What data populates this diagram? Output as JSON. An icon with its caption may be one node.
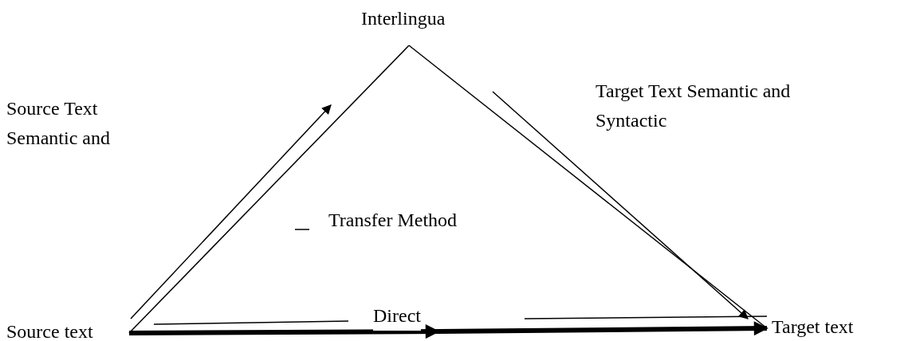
{
  "diagram": {
    "nodes": [
      {
        "text": [
          "Interlingua"
        ]
      },
      {
        "text": [
          "Source text"
        ]
      },
      {
        "text": [
          "Target text"
        ]
      }
    ],
    "edges": [
      {
        "from": 1,
        "to": 0,
        "arrow": "none"
      },
      {
        "from": 0,
        "to": 2,
        "arrow": "none"
      },
      {
        "from": 1,
        "to": 2,
        "arrow": "to",
        "style": "thick",
        "label": "Direct"
      }
    ],
    "labels": [
      "Source Text Semantic and",
      "Target Text Semantic and Syntactic",
      "Transfer Method"
    ]
  }
}
